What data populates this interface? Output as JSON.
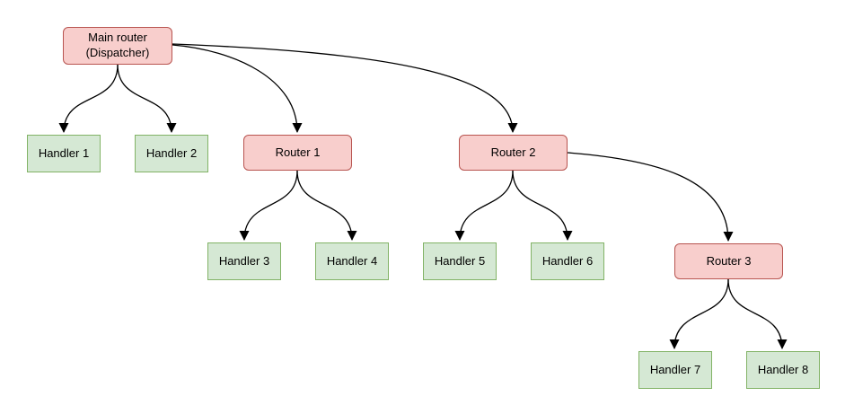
{
  "diagram": {
    "type": "tree",
    "background_color": "#ffffff",
    "styles": {
      "router_fill": "#f8cecc",
      "router_border": "#b85450",
      "handler_fill": "#d5e8d4",
      "handler_border": "#82b366",
      "edge_color": "#000000",
      "text_color": "#000000"
    },
    "nodes": [
      {
        "id": "main-router",
        "type": "router",
        "label": "Main router\n(Dispatcher)"
      },
      {
        "id": "handler-1",
        "type": "handler",
        "label": "Handler 1"
      },
      {
        "id": "handler-2",
        "type": "handler",
        "label": "Handler 2"
      },
      {
        "id": "router-1",
        "type": "router",
        "label": "Router 1"
      },
      {
        "id": "router-2",
        "type": "router",
        "label": "Router 2"
      },
      {
        "id": "handler-3",
        "type": "handler",
        "label": "Handler 3"
      },
      {
        "id": "handler-4",
        "type": "handler",
        "label": "Handler 4"
      },
      {
        "id": "handler-5",
        "type": "handler",
        "label": "Handler 5"
      },
      {
        "id": "handler-6",
        "type": "handler",
        "label": "Handler 6"
      },
      {
        "id": "router-3",
        "type": "router",
        "label": "Router 3"
      },
      {
        "id": "handler-7",
        "type": "handler",
        "label": "Handler 7"
      },
      {
        "id": "handler-8",
        "type": "handler",
        "label": "Handler 8"
      }
    ],
    "edges": [
      {
        "from": "main-router",
        "to": "handler-1"
      },
      {
        "from": "main-router",
        "to": "handler-2"
      },
      {
        "from": "main-router",
        "to": "router-1"
      },
      {
        "from": "main-router",
        "to": "router-2"
      },
      {
        "from": "router-1",
        "to": "handler-3"
      },
      {
        "from": "router-1",
        "to": "handler-4"
      },
      {
        "from": "router-2",
        "to": "handler-5"
      },
      {
        "from": "router-2",
        "to": "handler-6"
      },
      {
        "from": "router-2",
        "to": "router-3"
      },
      {
        "from": "router-3",
        "to": "handler-7"
      },
      {
        "from": "router-3",
        "to": "handler-8"
      }
    ]
  }
}
